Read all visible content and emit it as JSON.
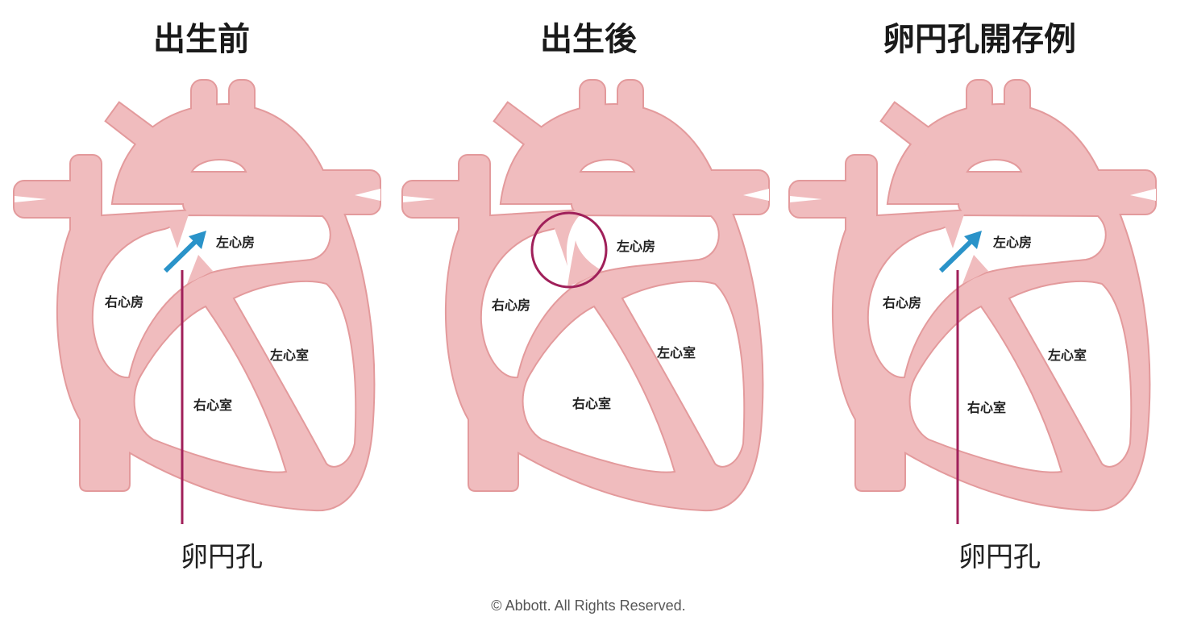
{
  "panels": [
    {
      "title": "出生前",
      "labels": {
        "la": "左心房",
        "ra": "右心房",
        "lv": "左心室",
        "rv": "右心室"
      },
      "callout": "卵円孔"
    },
    {
      "title": "出生後",
      "labels": {
        "la": "左心房",
        "ra": "右心房",
        "lv": "左心室",
        "rv": "右心室"
      }
    },
    {
      "title": "卵円孔開存例",
      "labels": {
        "la": "左心房",
        "ra": "右心房",
        "lv": "左心室",
        "rv": "右心室"
      },
      "callout": "卵円孔"
    }
  ],
  "copyright": "© Abbott. All Rights Reserved.",
  "colors": {
    "heart_fill": "#f0bcbe",
    "heart_stroke": "#e39a9c",
    "arrow": "#2a93c9",
    "marker": "#a0205a"
  }
}
